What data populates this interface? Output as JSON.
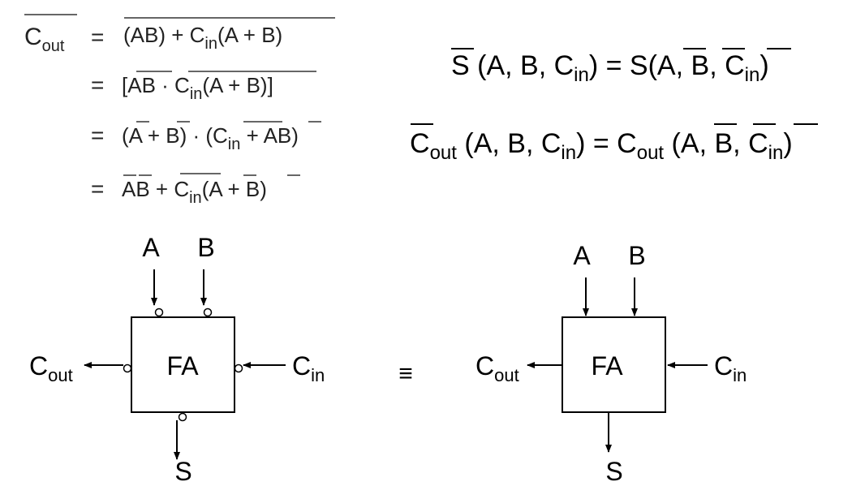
{
  "derivation": {
    "lhs": "C",
    "lhs_sub": "out",
    "eq": "=",
    "line1": {
      "p1": "(AB) + C",
      "p1_sub": "in",
      "p2": "(A + B)"
    },
    "line2": {
      "p1": "[",
      "p2": "AB",
      "p3": " · ",
      "p4": "C",
      "p4_sub": "in",
      "p5": "(A + B)",
      "p6": "]"
    },
    "line3": {
      "p1": "(",
      "p2": "A",
      "p3": " + ",
      "p4": "B",
      "p5": ") · (",
      "p6": "C",
      "p6_sub": "in",
      "p7": " + ",
      "p8": "A",
      "p9": "B",
      "p10": ")"
    },
    "line4": {
      "p1": "A",
      "p2": "B",
      "p3": " + ",
      "p4": "C",
      "p4_sub": "in",
      "p5": "(",
      "p6": "A",
      "p7": " + ",
      "p8": "B",
      "p9": ")"
    }
  },
  "identities": {
    "sum": {
      "lhs": "S",
      "args_open": " (A, B, C",
      "args_sub": "in",
      "args_close": ") = S(",
      "a": "A",
      "sep1": ", ",
      "b": "B",
      "sep2": ", ",
      "c": "C",
      "c_sub": "in",
      "end": ")"
    },
    "carry": {
      "lhs": "C",
      "lhs_sub": "out",
      "args_open": " (A, B, C",
      "args_sub": "in",
      "args_close": ") = C",
      "rhs_sub": "out",
      "rhs_open": " (",
      "a": "A",
      "sep1": ", ",
      "b": "B",
      "sep2": ", ",
      "c": "C",
      "c_sub": "in",
      "end": ")"
    }
  },
  "left_adder": {
    "label": "FA",
    "input_a": "A",
    "input_b": "B",
    "carry_in": "C",
    "carry_in_sub": "in",
    "carry_out": "C",
    "carry_out_sub": "out",
    "sum": "S",
    "inverted_ports": true
  },
  "equivalence_symbol": "≡",
  "right_adder": {
    "label": "FA",
    "input_a": "A",
    "input_b": "B",
    "carry_in": "C",
    "carry_in_sub": "in",
    "carry_out": "C",
    "carry_out_sub": "out",
    "sum": "S",
    "inverted_ports": false
  }
}
